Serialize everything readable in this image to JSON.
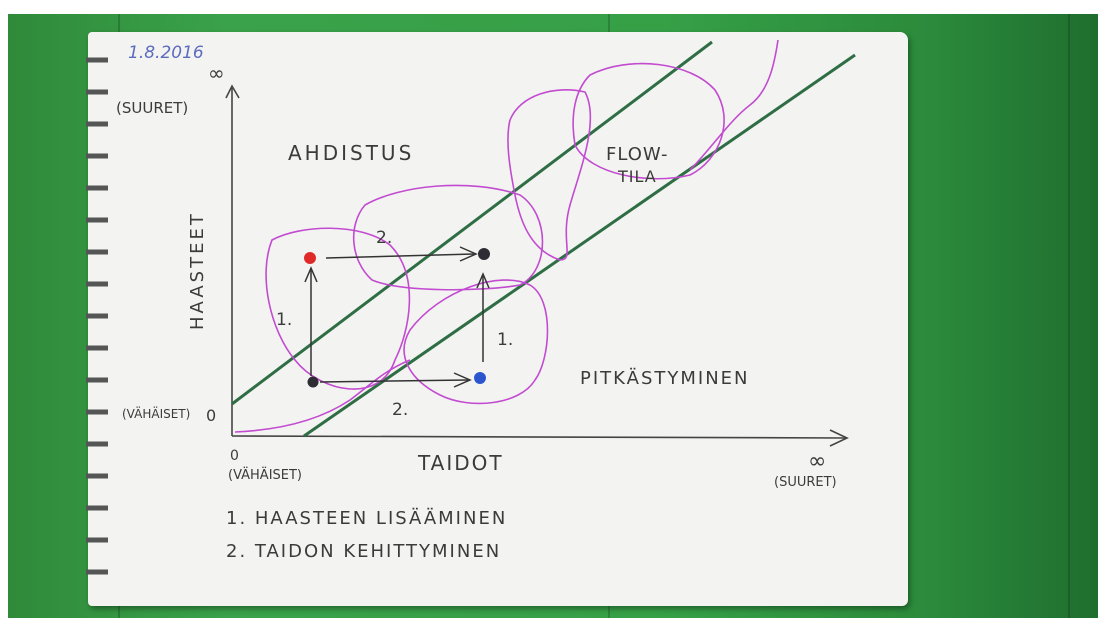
{
  "date": "1.8.2016",
  "y_axis": {
    "top_inf": "∞",
    "top_note": "(SUURET)",
    "title": "HAASTEET",
    "bottom_note": "(VÄHÄISET)",
    "bottom_zero": "0"
  },
  "x_axis": {
    "left_zero": "0",
    "left_note": "(VÄHÄISET)",
    "title": "TAIDOT",
    "right_inf": "∞",
    "right_note": "(SUURET)"
  },
  "regions": {
    "anxiety": "AHDISTUS",
    "flow_1": "FLOW-",
    "flow_2": "TILA",
    "boredom": "PITKÄSTYMINEN"
  },
  "arrow_labels": {
    "up_left": "1.",
    "up_right": "1.",
    "top": "2.",
    "bottom": "2."
  },
  "legend": {
    "item_1": "1. HAASTEEN LISÄÄMINEN",
    "item_2": "2. TAIDON KEHITTYMINEN"
  },
  "colors": {
    "background_green": "#38a047",
    "paper": "#f3f4f2",
    "pencil": "#3b3b3b",
    "flow_line": "#2f6e45",
    "magenta": "#c24bd0",
    "red_dot": "#e02a2a",
    "blue_dot": "#2a55cf",
    "dark_dot": "#2d2d33"
  }
}
